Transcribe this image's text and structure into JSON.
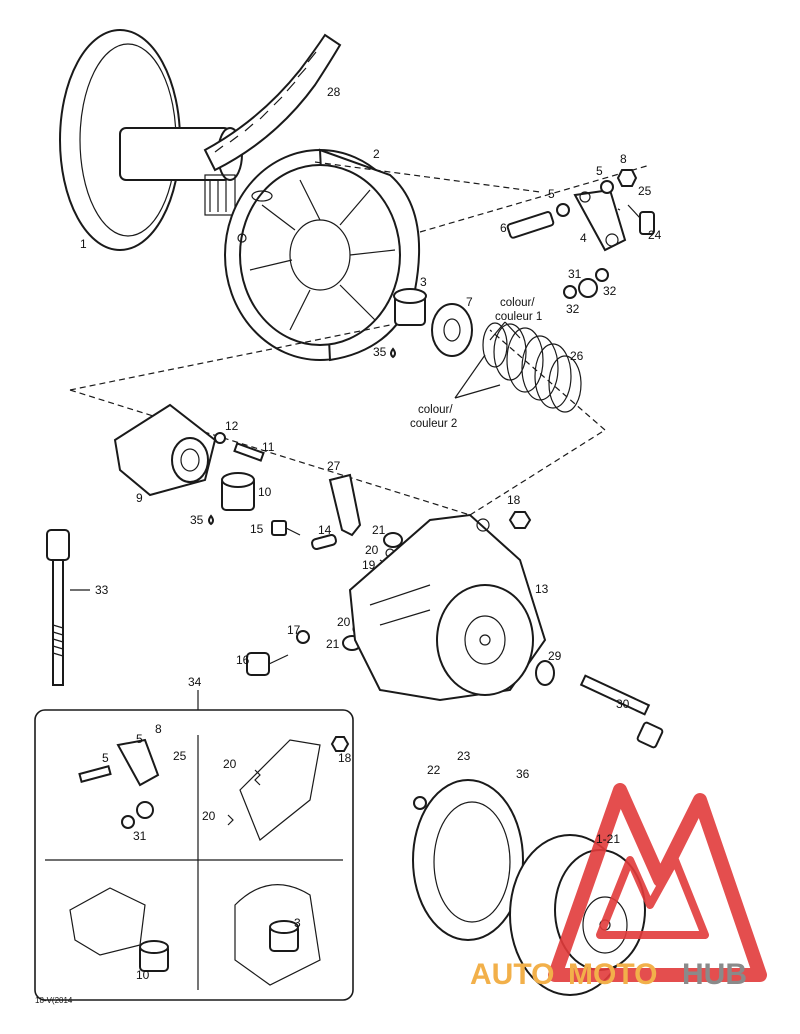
{
  "labels": {
    "p1": "1",
    "p2": "2",
    "p3": "3",
    "p4": "4",
    "p5": "5",
    "p6": "6",
    "p7": "7",
    "p8": "8",
    "p9": "9",
    "p10": "10",
    "p11": "11",
    "p12": "12",
    "p13": "13",
    "p14": "14",
    "p15": "15",
    "p16": "16",
    "p17": "17",
    "p18": "18",
    "p19": "19",
    "p20": "20",
    "p21": "21",
    "p22": "22",
    "p23": "23",
    "p24": "24",
    "p25": "25",
    "p26": "26",
    "p27": "27",
    "p28": "28",
    "p29": "29",
    "p30": "30",
    "p31": "31",
    "p32": "32",
    "p33": "33",
    "p34": "34",
    "p35": "35",
    "p36": "36",
    "p1_21": "1-21"
  },
  "notes": {
    "colour1_a": "colour/",
    "colour1_b": "couleur 1",
    "colour2_a": "colour/",
    "colour2_b": "couleur 2"
  },
  "footer": {
    "code": "18-V(2014"
  },
  "watermark": {
    "part1": "AUTO",
    "part2": "MOTO",
    "part3": "HUB"
  },
  "colors": {
    "line": "#1a1a1a",
    "watermark_red": "#e23b3b",
    "watermark_orange": "#f2b04a",
    "watermark_gray": "#8a8a8a"
  }
}
